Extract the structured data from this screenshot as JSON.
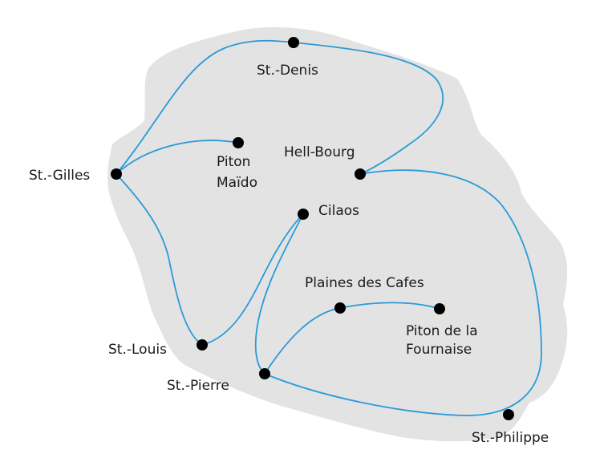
{
  "map": {
    "places": [
      {
        "id": "st-denis",
        "name": "St.-Denis"
      },
      {
        "id": "st-gilles",
        "name": "St.-Gilles"
      },
      {
        "id": "piton-maido",
        "name": "Piton Maïdo",
        "lines": [
          "Piton",
          "Maïdo"
        ]
      },
      {
        "id": "hell-bourg",
        "name": "Hell-Bourg"
      },
      {
        "id": "cilaos",
        "name": "Cilaos"
      },
      {
        "id": "plaines-des-cafes",
        "name": "Plaines des Cafes"
      },
      {
        "id": "piton-de-la-fournaise",
        "name": "Piton de la Fournaise",
        "lines": [
          "Piton de la",
          "Fournaise"
        ]
      },
      {
        "id": "st-louis",
        "name": "St.-Louis"
      },
      {
        "id": "st-pierre",
        "name": "St.-Pierre"
      },
      {
        "id": "st-philippe",
        "name": "St.-Philippe"
      }
    ],
    "routes": [
      {
        "from": "st-gilles",
        "to": "st-denis"
      },
      {
        "from": "st-denis",
        "to": "hell-bourg"
      },
      {
        "from": "st-gilles",
        "to": "piton-maido"
      },
      {
        "from": "st-gilles",
        "to": "st-louis"
      },
      {
        "from": "st-louis",
        "to": "cilaos"
      },
      {
        "from": "cilaos",
        "to": "st-pierre"
      },
      {
        "from": "st-pierre",
        "to": "plaines-des-cafes"
      },
      {
        "from": "plaines-des-cafes",
        "to": "piton-de-la-fournaise"
      },
      {
        "from": "st-pierre",
        "to": "hell-bourg"
      }
    ],
    "colors": {
      "island": "#e3e3e3",
      "route": "#2a9ad8",
      "marker": "#000000",
      "label": "#1a1a1a"
    }
  }
}
